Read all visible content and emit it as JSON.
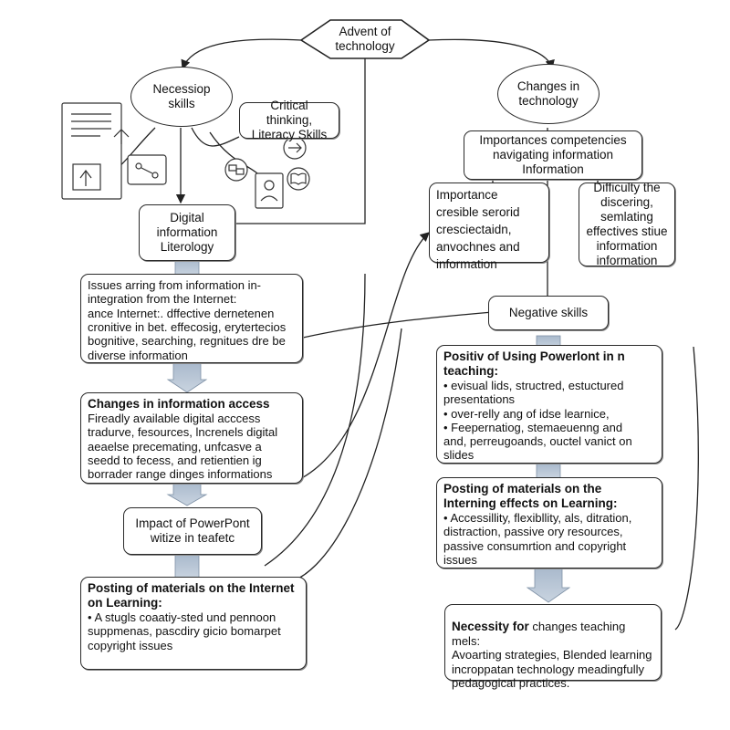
{
  "nodes": {
    "advent": "Advent of\ntechnology",
    "necessary_skills": "Necessiop\nskills",
    "changes_tech": "Changes in\ntechnology",
    "critical": "Critical thinking,\nLiteracy Skills",
    "importances": "Importances competencies\nnavigating information\nInformation",
    "digital_literacy": "Digital\ninformation\nLiterology",
    "importance_left": "Importance\ncresible serorid\ncresciectaidn,\nanvochnes and\ninformation",
    "difficulty": "Difficulty the\ndiscering,\nsemlating\neffectives stiue\ninformation\ninformation",
    "negative_skills": "Negative skills",
    "issues_title": "Issues arring from information in-\nintegration from the Internet:",
    "issues_body": "ance Internet:. dffective dernetenen\ncronitive in bet. effecosig, erytertecios\nbognitive, searching, regnitues dre be\ndiverse information",
    "positiv_title": "Positiv of Using Powerlont in\nn teaching:",
    "positiv_body": "• evisual lids, structred, estuctured\n  presentations\n• over-relly ang of idse learnice,\n• Feepernatiog, stemaeuenng and\n  and, perreugoands, ouctel vanict on\n  slides",
    "changes_access_title": "Changes in information access",
    "changes_access_body": "Fireadly available digital acccess\ntradurve, fesources, lncrenels digital\naeaelse precemating, unfcasve a\nseedd to fecess, and retientien ig\nborrader range dinges informations",
    "posting_right_title": "Posting of materials on the Interning\neffects on Learning:",
    "posting_right_body": "• Accessillity, flexibllity, als, ditration,\n  distraction, passive ory resources,\n  passive consumrtion and copyright\n  issues",
    "impact": "Impact of PowerPont\nwitize in teafetc",
    "posting_left_title": "Posting of materials on the Internet\non Learning:",
    "posting_left_body": "• A stugls coaatiy-sted und pennoon\n  suppmenas, pascdiry gicio bomarpet\n  copyright issues",
    "necessity_title": "Necessity for",
    "necessity_rest": " changes teaching mels:\nAvoarting strategies, Blended learning\nincroppatan technology meadingfully\npedagogical practices."
  }
}
